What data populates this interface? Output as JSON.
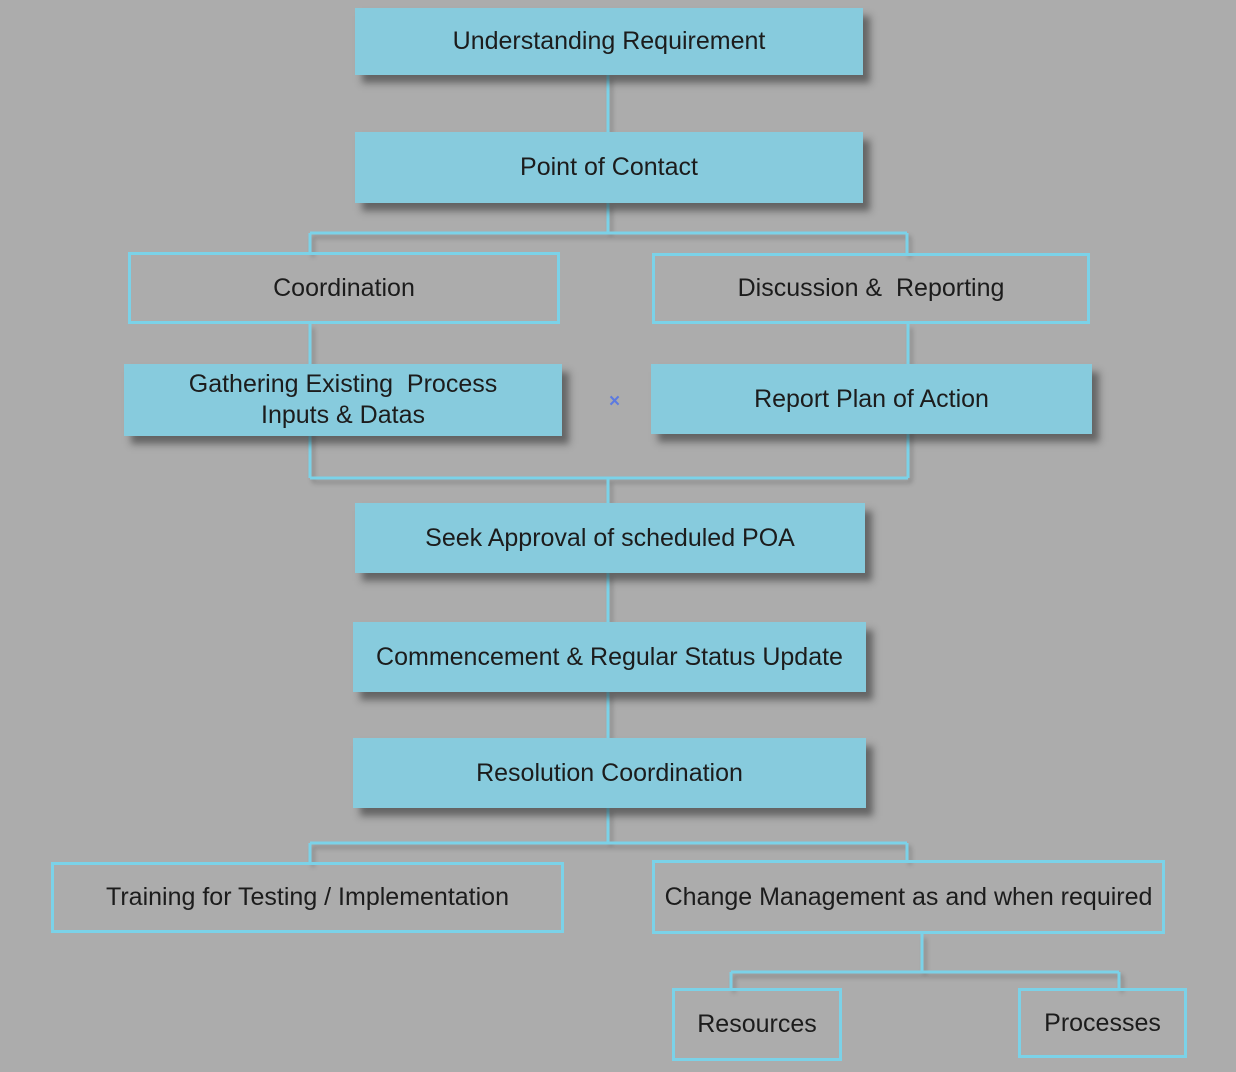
{
  "diagram": {
    "type": "flowchart",
    "colors": {
      "background": "#ACACAC",
      "node_fill": "#87CBDD",
      "connector": "#7BD2E8",
      "text": "#1C1C1C",
      "marker": "#5C7AE0"
    },
    "marker": {
      "symbol": "×"
    },
    "nodes": [
      {
        "id": "understanding-requirement",
        "label": "Understanding Requirement",
        "style": "filled"
      },
      {
        "id": "point-of-contact",
        "label": "Point of Contact",
        "style": "filled"
      },
      {
        "id": "coordination",
        "label": "Coordination",
        "style": "outlined"
      },
      {
        "id": "discussion-reporting",
        "label": "Discussion &  Reporting",
        "style": "outlined"
      },
      {
        "id": "gathering-existing-process-inputs-datas",
        "label": "Gathering Existing  Process\nInputs & Datas",
        "style": "filled"
      },
      {
        "id": "report-plan-of-action",
        "label": "Report Plan of Action",
        "style": "filled"
      },
      {
        "id": "seek-approval-of-scheduled-poa",
        "label": "Seek Approval of scheduled POA",
        "style": "filled"
      },
      {
        "id": "commencement-regular-status-update",
        "label": "Commencement & Regular Status Update",
        "style": "filled"
      },
      {
        "id": "resolution-coordination",
        "label": "Resolution Coordination",
        "style": "filled"
      },
      {
        "id": "training-for-testing-implementation",
        "label": "Training for Testing / Implementation",
        "style": "outlined"
      },
      {
        "id": "change-management-as-and-when-required",
        "label": "Change Management as and when required",
        "style": "outlined"
      },
      {
        "id": "resources",
        "label": "Resources",
        "style": "outlined"
      },
      {
        "id": "processes",
        "label": "Processes",
        "style": "outlined"
      }
    ],
    "edges": [
      {
        "from": "understanding-requirement",
        "to": "point-of-contact"
      },
      {
        "from": "point-of-contact",
        "to": "coordination"
      },
      {
        "from": "point-of-contact",
        "to": "discussion-reporting"
      },
      {
        "from": "coordination",
        "to": "gathering-existing-process-inputs-datas"
      },
      {
        "from": "discussion-reporting",
        "to": "report-plan-of-action"
      },
      {
        "from": "gathering-existing-process-inputs-datas",
        "to": "seek-approval-of-scheduled-poa"
      },
      {
        "from": "report-plan-of-action",
        "to": "seek-approval-of-scheduled-poa"
      },
      {
        "from": "seek-approval-of-scheduled-poa",
        "to": "commencement-regular-status-update"
      },
      {
        "from": "commencement-regular-status-update",
        "to": "resolution-coordination"
      },
      {
        "from": "resolution-coordination",
        "to": "training-for-testing-implementation"
      },
      {
        "from": "resolution-coordination",
        "to": "change-management-as-and-when-required"
      },
      {
        "from": "change-management-as-and-when-required",
        "to": "resources"
      },
      {
        "from": "change-management-as-and-when-required",
        "to": "processes"
      }
    ]
  }
}
